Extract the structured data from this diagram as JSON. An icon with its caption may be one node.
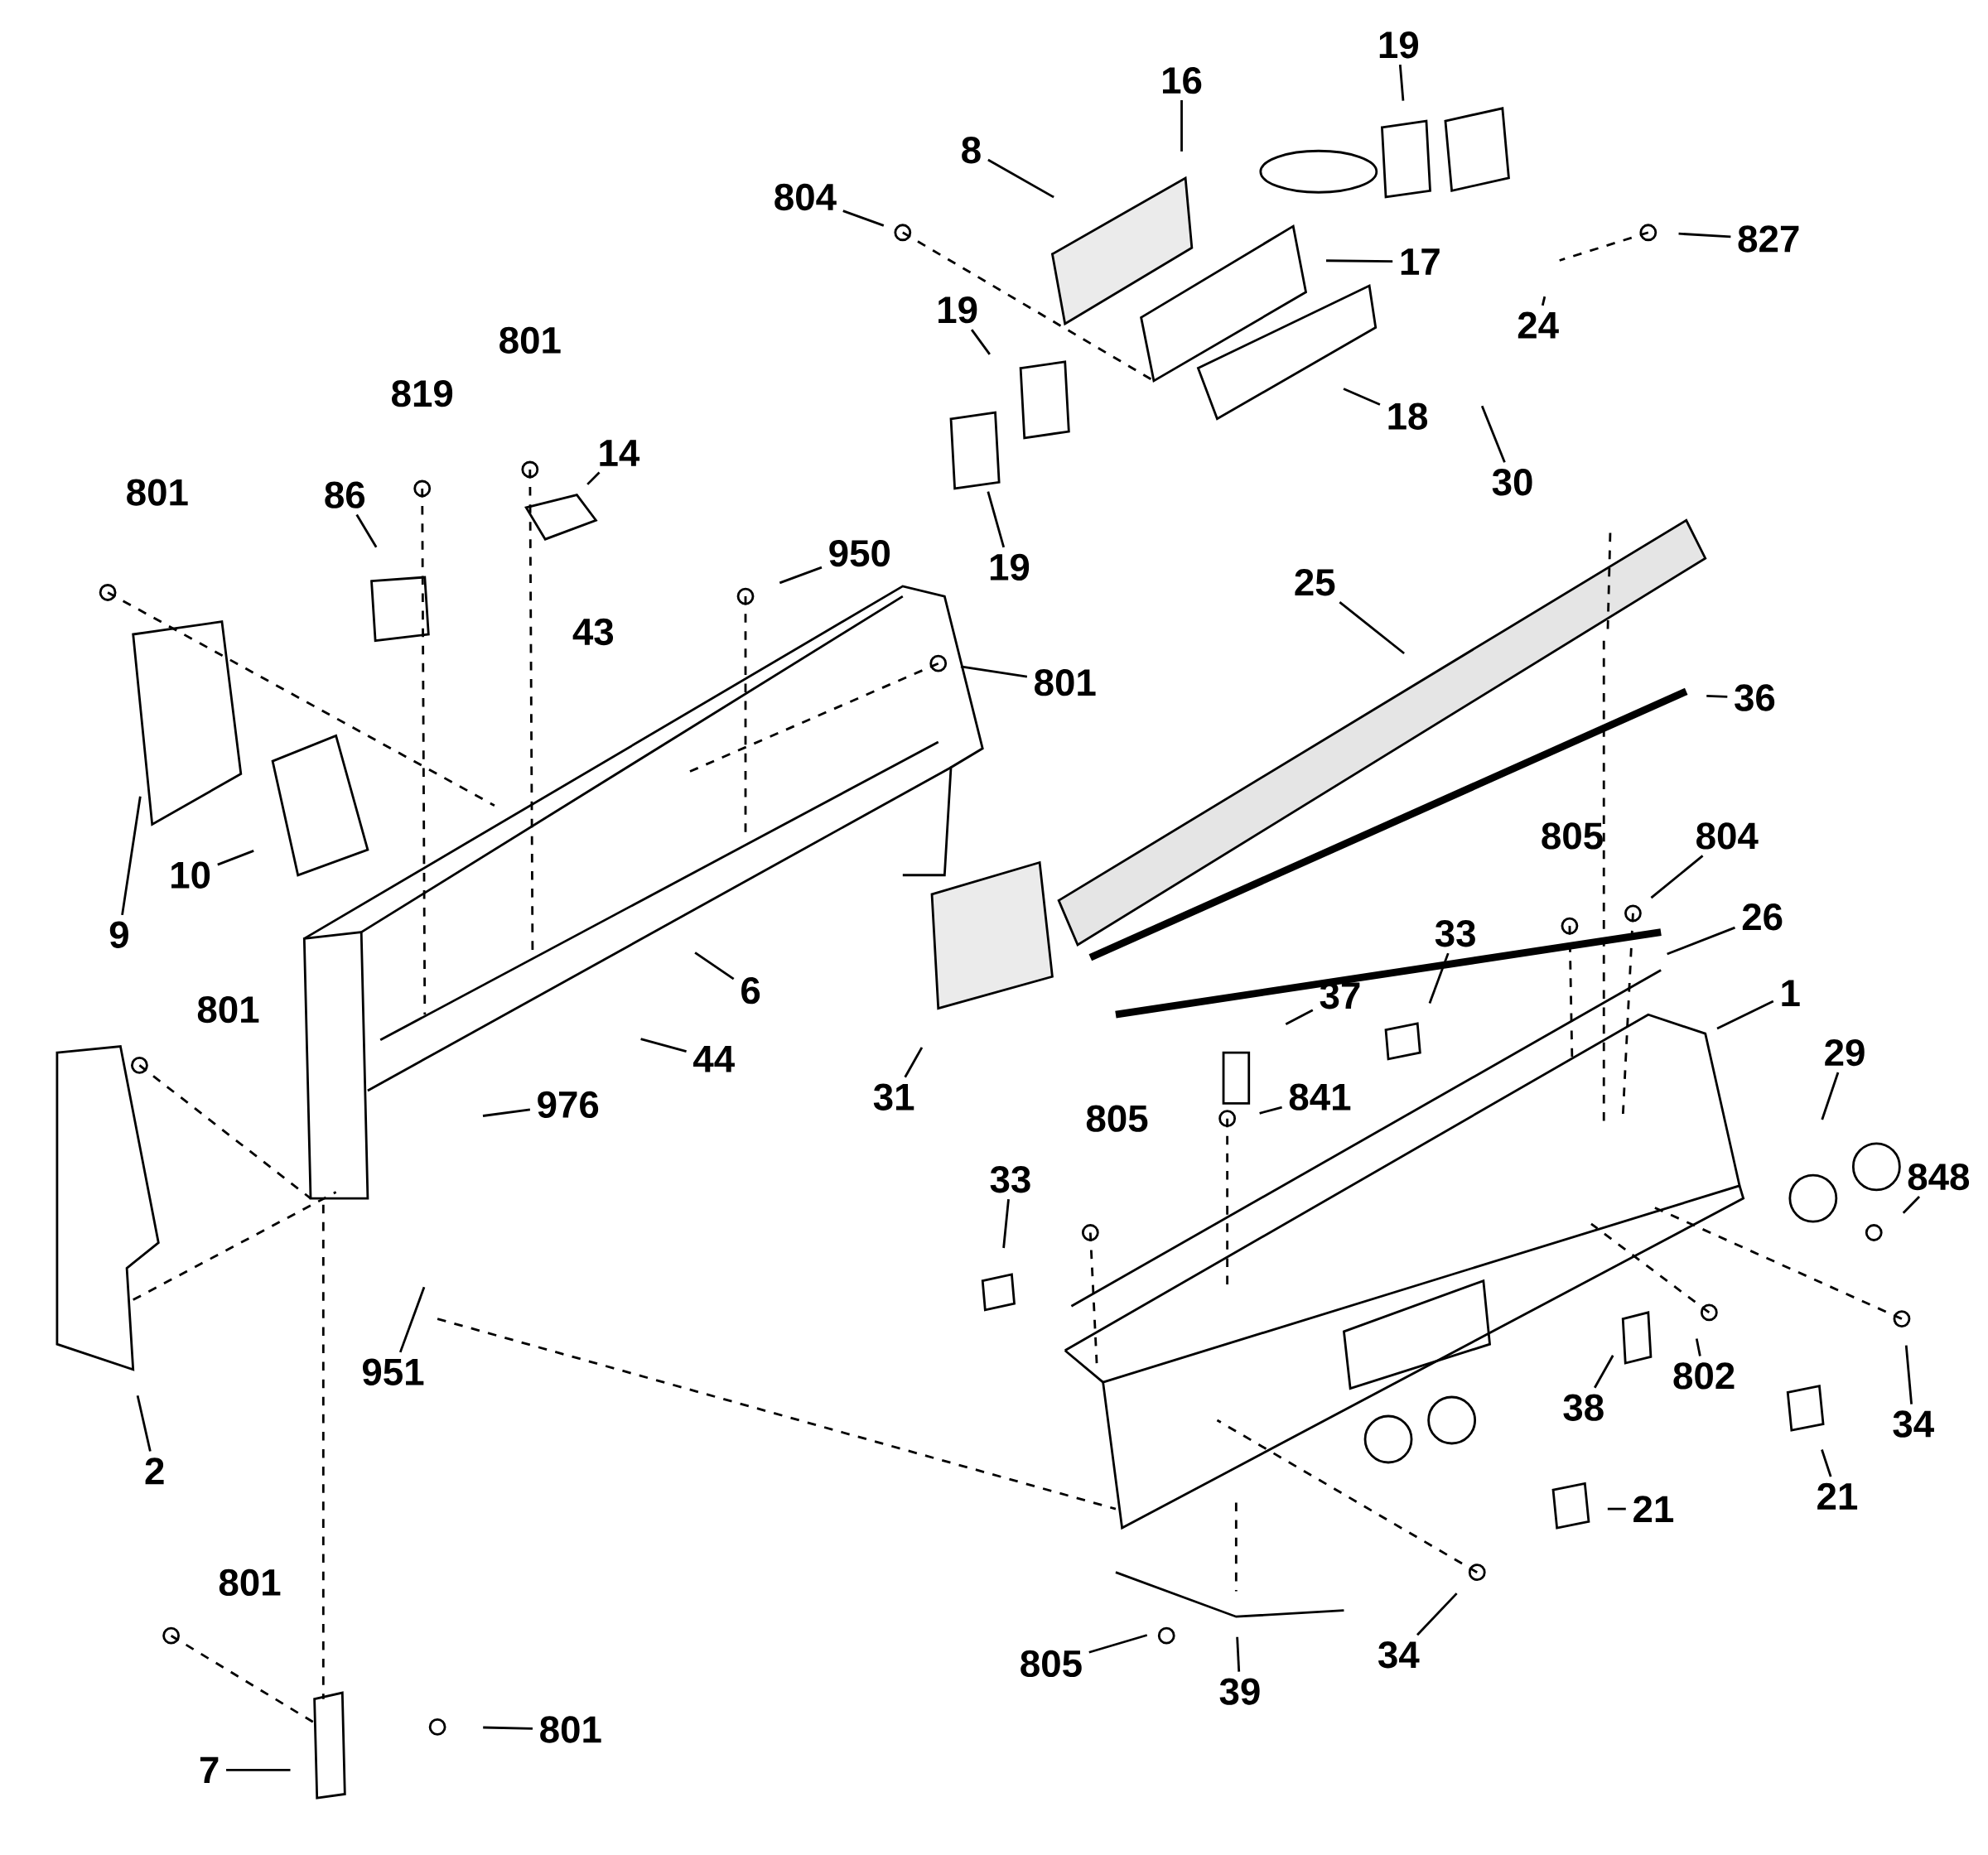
{
  "diagram": {
    "nodes": [
      {
        "text": [
          "19"
        ]
      },
      {
        "text": [
          "16"
        ]
      },
      {
        "text": [
          "8"
        ]
      },
      {
        "text": [
          "804"
        ]
      },
      {
        "text": [
          "827"
        ]
      },
      {
        "text": [
          "17"
        ]
      },
      {
        "text": [
          "19"
        ]
      },
      {
        "text": [
          "24"
        ]
      },
      {
        "text": [
          "18"
        ]
      },
      {
        "text": [
          "14"
        ]
      },
      {
        "text": [
          "30"
        ]
      },
      {
        "text": [
          "86"
        ]
      },
      {
        "text": [
          "950"
        ]
      },
      {
        "text": [
          "19"
        ]
      },
      {
        "text": [
          "25"
        ]
      },
      {
        "text": [
          "801"
        ]
      },
      {
        "text": [
          "36"
        ]
      },
      {
        "text": [
          "804"
        ]
      },
      {
        "text": [
          "10"
        ]
      },
      {
        "text": [
          "26"
        ]
      },
      {
        "text": [
          "33"
        ]
      },
      {
        "text": [
          "9"
        ]
      },
      {
        "text": [
          "6"
        ]
      },
      {
        "text": [
          "37"
        ]
      },
      {
        "text": [
          "1"
        ]
      },
      {
        "text": [
          "29"
        ]
      },
      {
        "text": [
          "44"
        ]
      },
      {
        "text": [
          "31"
        ]
      },
      {
        "text": [
          "841"
        ]
      },
      {
        "text": [
          "976"
        ]
      },
      {
        "text": [
          "848"
        ]
      },
      {
        "text": [
          "33"
        ]
      },
      {
        "text": [
          "802"
        ]
      },
      {
        "text": [
          "38"
        ]
      },
      {
        "text": [
          "951"
        ]
      },
      {
        "text": [
          "34"
        ]
      },
      {
        "text": [
          "2"
        ]
      },
      {
        "text": [
          "21"
        ]
      },
      {
        "text": [
          "21"
        ]
      },
      {
        "text": [
          "34"
        ]
      },
      {
        "text": [
          "805"
        ]
      },
      {
        "text": [
          "39"
        ]
      },
      {
        "text": [
          "801"
        ]
      },
      {
        "text": [
          "7"
        ]
      }
    ],
    "edges": [
      {
        "from": 0,
        "to": null,
        "arrow": "none"
      },
      {
        "from": 1,
        "to": null,
        "arrow": "none"
      },
      {
        "from": 2,
        "to": null,
        "arrow": "none"
      },
      {
        "from": 3,
        "to": null,
        "arrow": "none"
      },
      {
        "from": 4,
        "to": null,
        "arrow": "none"
      },
      {
        "from": 5,
        "to": null,
        "arrow": "none"
      },
      {
        "from": 6,
        "to": null,
        "arrow": "none"
      },
      {
        "from": 7,
        "to": null,
        "arrow": "none"
      },
      {
        "from": 8,
        "to": null,
        "arrow": "none"
      },
      {
        "from": 9,
        "to": null,
        "arrow": "none"
      },
      {
        "from": 10,
        "to": null,
        "arrow": "none"
      },
      {
        "from": 11,
        "to": null,
        "arrow": "none"
      },
      {
        "from": 12,
        "to": null,
        "arrow": "none"
      },
      {
        "from": 13,
        "to": null,
        "arrow": "none"
      },
      {
        "from": 14,
        "to": null,
        "arrow": "none"
      },
      {
        "from": 15,
        "to": null,
        "arrow": "none"
      },
      {
        "from": 16,
        "to": null,
        "arrow": "none"
      },
      {
        "from": 17,
        "to": null,
        "arrow": "none"
      },
      {
        "from": 18,
        "to": null,
        "arrow": "none"
      },
      {
        "from": 19,
        "to": null,
        "arrow": "none"
      },
      {
        "from": 20,
        "to": null,
        "arrow": "none"
      },
      {
        "from": 21,
        "to": null,
        "arrow": "none"
      },
      {
        "from": 22,
        "to": null,
        "arrow": "none"
      },
      {
        "from": 23,
        "to": null,
        "arrow": "none"
      },
      {
        "from": 24,
        "to": null,
        "arrow": "none"
      },
      {
        "from": 25,
        "to": null,
        "arrow": "none"
      },
      {
        "from": 26,
        "to": null,
        "arrow": "none"
      },
      {
        "from": 27,
        "to": null,
        "arrow": "none"
      },
      {
        "from": 28,
        "to": null,
        "arrow": "none"
      },
      {
        "from": 29,
        "to": null,
        "arrow": "none"
      },
      {
        "from": 30,
        "to": null,
        "arrow": "none"
      },
      {
        "from": 31,
        "to": null,
        "arrow": "none"
      },
      {
        "from": 32,
        "to": null,
        "arrow": "none"
      },
      {
        "from": 33,
        "to": null,
        "arrow": "none"
      },
      {
        "from": 34,
        "to": null,
        "arrow": "none"
      },
      {
        "from": 35,
        "to": null,
        "arrow": "none"
      },
      {
        "from": 36,
        "to": null,
        "arrow": "none"
      },
      {
        "from": 37,
        "to": null,
        "arrow": "none"
      },
      {
        "from": 38,
        "to": null,
        "arrow": "none"
      },
      {
        "from": 39,
        "to": null,
        "arrow": "none"
      },
      {
        "from": 40,
        "to": null,
        "arrow": "none"
      },
      {
        "from": 41,
        "to": null,
        "arrow": "none"
      },
      {
        "from": 42,
        "to": null,
        "arrow": "none"
      },
      {
        "from": 43,
        "to": null,
        "arrow": "none"
      }
    ],
    "labels": [
      "801",
      "819",
      "801",
      "43",
      "805",
      "801",
      "805",
      "801"
    ]
  }
}
